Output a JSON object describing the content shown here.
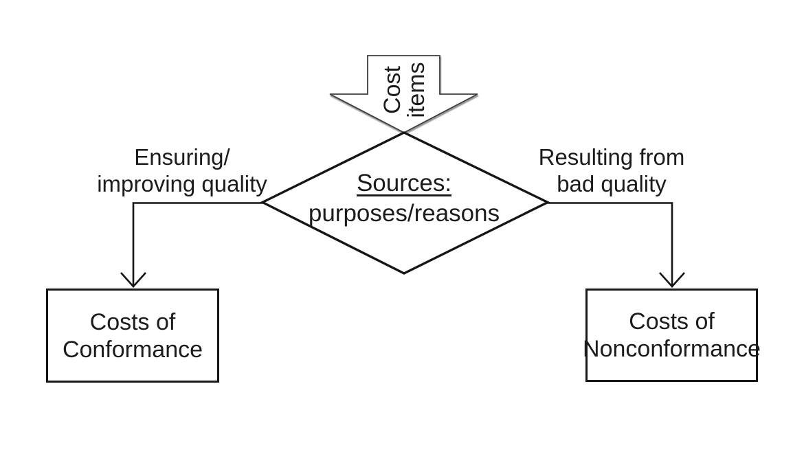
{
  "diagram": {
    "top_arrow": {
      "lines": [
        "Cost",
        "items"
      ]
    },
    "diamond": {
      "title": "Sources:",
      "subtitle": "purposes/reasons"
    },
    "left_label": {
      "lines": [
        "Ensuring/",
        "improving quality"
      ]
    },
    "right_label": {
      "lines": [
        "Resulting from",
        "bad quality"
      ]
    },
    "left_box": {
      "lines": [
        "Costs of",
        "Conformance"
      ]
    },
    "right_box": {
      "lines": [
        "Costs of",
        "Nonconformance"
      ]
    },
    "colors": {
      "line": "#161616",
      "background": "#ffffff"
    }
  }
}
